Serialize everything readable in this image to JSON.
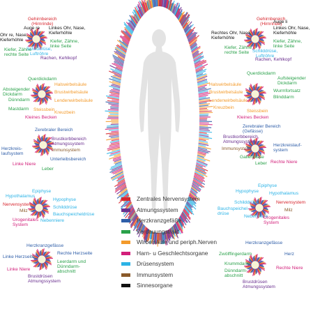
{
  "colors": {
    "red": "#d7262e",
    "purple": "#6a2f8f",
    "blue": "#2f5ea8",
    "green": "#2aa14a",
    "orange": "#f39a2b",
    "magenta": "#d21f7a",
    "cyan": "#2cb3e6",
    "brown": "#8a5a2a",
    "black": "#111111"
  },
  "legend": [
    {
      "label": "Zentrales Nervensystem",
      "color": "#d7262e"
    },
    {
      "label": "Atmungssystem",
      "color": "#6a2f8f"
    },
    {
      "label": "Herzkranzgefäße",
      "color": "#2f5ea8"
    },
    {
      "label": "Verdauungstrakt",
      "color": "#2aa14a"
    },
    {
      "label": "Wirbelsäule und periph.Nerven",
      "color": "#f39a2b"
    },
    {
      "label": "Harn- u Geschlechtsorgane",
      "color": "#d21f7a"
    },
    {
      "label": "Drüsensystem",
      "color": "#2cb3e6"
    },
    {
      "label": "Immunsystem",
      "color": "#8a5a2a"
    },
    {
      "label": "Sinnesorgane",
      "color": "#111111"
    }
  ],
  "fingers": [
    {
      "id": "L1",
      "labels": [
        {
          "text": "Gehirnbereich\n(Hirnrinde)",
          "color": "#d7262e"
        },
        {
          "text": "Auge re",
          "color": "#111111"
        },
        {
          "text": "Ohr re, Nase,\nKieferhöhle",
          "color": "#111111"
        },
        {
          "text": "Linkes Ohr, Nase,\nKieferhöhle",
          "color": "#111111"
        },
        {
          "text": "Kiefer, Zähne\nrechte Seite",
          "color": "#2aa14a"
        },
        {
          "text": "Schilddrüse,\nLuftröhre",
          "color": "#2cb3e6"
        },
        {
          "text": "Kiefer, Zähne,\nlinke Seite",
          "color": "#2aa14a"
        },
        {
          "text": "Rachen, Kehlkopf",
          "color": "#6a2f8f"
        }
      ]
    },
    {
      "id": "R1",
      "labels": [
        {
          "text": "Gehirnbereich\n(Hirnrinde)",
          "color": "#d7262e"
        },
        {
          "text": "Auge li",
          "color": "#111111"
        },
        {
          "text": "Rechtes Ohr, Nase,\nKieferhöhle",
          "color": "#111111"
        },
        {
          "text": "Linkes Ohr, Nase,\nKieferhöhle",
          "color": "#111111"
        },
        {
          "text": "Kiefer, Zähne\nrechte Seite",
          "color": "#2aa14a"
        },
        {
          "text": "Schilddrüse,\nLuftröhre",
          "color": "#2cb3e6"
        },
        {
          "text": "Kiefer, Zähne,\nlinke Seite",
          "color": "#2aa14a"
        },
        {
          "text": "Rachen, Kehlkopf",
          "color": "#6a2f8f"
        }
      ]
    },
    {
      "id": "L2",
      "labels": [
        {
          "text": "Querdickdarm",
          "color": "#2aa14a"
        },
        {
          "text": "Halswirbelsäule",
          "color": "#f39a2b"
        },
        {
          "text": "Absteigender\nDickdarm",
          "color": "#2aa14a"
        },
        {
          "text": "Brustwirbelsäule",
          "color": "#f39a2b"
        },
        {
          "text": "Dünndarm",
          "color": "#2aa14a"
        },
        {
          "text": "Lendenwirbelsäule",
          "color": "#f39a2b"
        },
        {
          "text": "Mastdarm",
          "color": "#2aa14a"
        },
        {
          "text": "Steissbein",
          "color": "#f39a2b"
        },
        {
          "text": "Kreuzbein",
          "color": "#f39a2b"
        },
        {
          "text": "Kleines Becken",
          "color": "#d21f7a"
        }
      ]
    },
    {
      "id": "R2",
      "labels": [
        {
          "text": "Querdickdarm",
          "color": "#2aa14a"
        },
        {
          "text": "Halswirbelsäule",
          "color": "#f39a2b"
        },
        {
          "text": "Aufsteigender\nDickdarm",
          "color": "#2aa14a"
        },
        {
          "text": "Brustwirbelsäule",
          "color": "#f39a2b"
        },
        {
          "text": "Wurmfortsatz",
          "color": "#2aa14a"
        },
        {
          "text": "Lendenwirbelsäule",
          "color": "#f39a2b"
        },
        {
          "text": "Blinddarm",
          "color": "#2aa14a"
        },
        {
          "text": "Kreuzbein",
          "color": "#f39a2b"
        },
        {
          "text": "Steissbein",
          "color": "#f39a2b"
        },
        {
          "text": "Kleines Becken",
          "color": "#d21f7a"
        }
      ]
    },
    {
      "id": "L3",
      "labels": [
        {
          "text": "Zerebraler Bereich",
          "color": "#2f5ea8"
        },
        {
          "text": "Herzkreis-\nlaufsystem",
          "color": "#2f5ea8"
        },
        {
          "text": "Brustkorbbereich\nAtmungssystem",
          "color": "#6a2f8f"
        },
        {
          "text": "Immunsystem",
          "color": "#8a5a2a"
        },
        {
          "text": "Unterleibsbereich",
          "color": "#2f5ea8"
        },
        {
          "text": "Linke Niere",
          "color": "#d21f7a"
        },
        {
          "text": "Leber",
          "color": "#2aa14a"
        }
      ]
    },
    {
      "id": "R3",
      "labels": [
        {
          "text": "Zerebraler Bereich\n(Gefässe)",
          "color": "#2f5ea8"
        },
        {
          "text": "Brustkorbbereich,\nAtmungssystem",
          "color": "#6a2f8f"
        },
        {
          "text": "Immunsystem",
          "color": "#8a5a2a"
        },
        {
          "text": "Herzkreislauf-\nsystem",
          "color": "#2f5ea8"
        },
        {
          "text": "Gallenblase",
          "color": "#2aa14a"
        },
        {
          "text": "Leber",
          "color": "#2aa14a"
        },
        {
          "text": "Rechte Niere",
          "color": "#d21f7a"
        }
      ]
    },
    {
      "id": "L4",
      "labels": [
        {
          "text": "Epiphyse",
          "color": "#2cb3e6"
        },
        {
          "text": "Hypothalamus",
          "color": "#2cb3e6"
        },
        {
          "text": "Hypophyse",
          "color": "#2cb3e6"
        },
        {
          "text": "Nervensystem",
          "color": "#d7262e"
        },
        {
          "text": "Schilddrüse",
          "color": "#2cb3e6"
        },
        {
          "text": "Milz",
          "color": "#8a5a2a"
        },
        {
          "text": "Bauchspeicheldrüse",
          "color": "#2cb3e6"
        },
        {
          "text": "Urogenitales\nSystem",
          "color": "#d21f7a"
        },
        {
          "text": "Nebenniere",
          "color": "#2cb3e6"
        }
      ]
    },
    {
      "id": "R4",
      "labels": [
        {
          "text": "Epiphyse",
          "color": "#2cb3e6"
        },
        {
          "text": "Hypophyse",
          "color": "#2cb3e6"
        },
        {
          "text": "Hypothalamus",
          "color": "#2cb3e6"
        },
        {
          "text": "Schilddrüse",
          "color": "#2cb3e6"
        },
        {
          "text": "Nervensystem",
          "color": "#d7262e"
        },
        {
          "text": "Bauchspeichel-\ndrüse",
          "color": "#2cb3e6"
        },
        {
          "text": "Milz",
          "color": "#8a5a2a"
        },
        {
          "text": "Nebenniere",
          "color": "#2cb3e6"
        },
        {
          "text": "Urogenitales\nSystem",
          "color": "#d21f7a"
        }
      ]
    },
    {
      "id": "L5",
      "labels": [
        {
          "text": "Herzkranzgefässe",
          "color": "#2f5ea8"
        },
        {
          "text": "Linke Herzseite",
          "color": "#2f5ea8"
        },
        {
          "text": "Rechte Herzseite",
          "color": "#2f5ea8"
        },
        {
          "text": "Linke Niere",
          "color": "#d21f7a"
        },
        {
          "text": "Leerdarm und\nDünndarm-\nabschnitt",
          "color": "#2aa14a"
        },
        {
          "text": "Brustdrüsen\nAtmungssystem",
          "color": "#6a2f8f"
        }
      ]
    },
    {
      "id": "R5",
      "labels": [
        {
          "text": "Herzkranzgefässe",
          "color": "#2f5ea8"
        },
        {
          "text": "Zwölffingerdarm",
          "color": "#2aa14a"
        },
        {
          "text": "Herz",
          "color": "#2f5ea8"
        },
        {
          "text": "Krummdarm",
          "color": "#2aa14a"
        },
        {
          "text": "Dünndarm-\nabschnitt",
          "color": "#2aa14a"
        },
        {
          "text": "Rechte Niere",
          "color": "#d21f7a"
        },
        {
          "text": "Brustdrüsen\nAtmungssystem",
          "color": "#6a2f8f"
        }
      ]
    }
  ]
}
